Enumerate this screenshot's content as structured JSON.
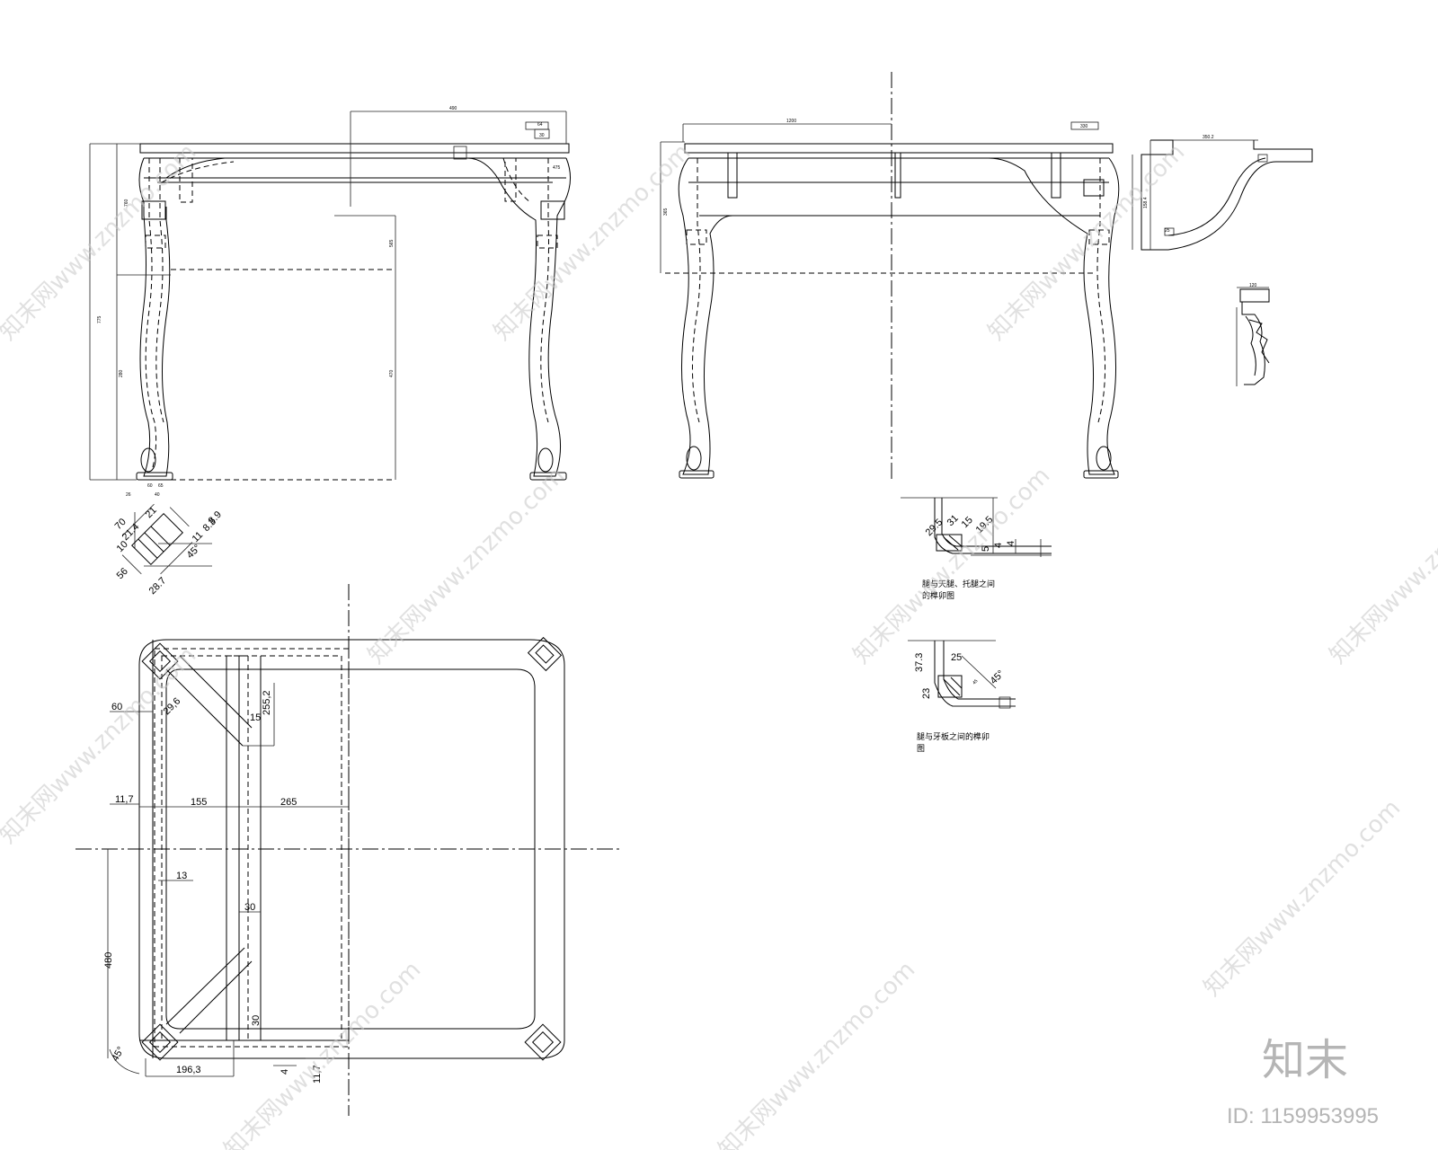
{
  "front_view": {
    "dims": [
      "490",
      "775",
      "64",
      "30",
      "760",
      "565",
      "280",
      "470",
      "475",
      "60",
      "65",
      "26",
      "40"
    ]
  },
  "side_view": {
    "dims": [
      "1200",
      "330",
      "365"
    ]
  },
  "profile": {
    "dims": [
      "350.2",
      "158.4",
      "25",
      "120"
    ]
  },
  "leg_corner_detail": {
    "dims": [
      "70",
      "21",
      "21.4",
      "10",
      "56",
      "28.7",
      "8.3",
      "11",
      "8.9",
      "45°"
    ]
  },
  "joint_detail_1": {
    "dims": [
      "29.5",
      "31",
      "15",
      "19.5",
      "4",
      "4",
      "5"
    ],
    "caption_line1": "腿与天腿、托腿之间",
    "caption_line2": "的榫卯图"
  },
  "joint_detail_2": {
    "dims": [
      "37.3",
      "25",
      "23",
      "45°",
      "45"
    ],
    "caption_line1": "腿与牙板之间的榫卯",
    "caption_line2": "图"
  },
  "plan_view": {
    "dims": {
      "d60": "60",
      "d29_6": "29,6",
      "d255_2": "255,2",
      "d15": "15",
      "d11_7a": "11,7",
      "d155": "155",
      "d265": "265",
      "d13": "13",
      "d30a": "30",
      "d480": "480",
      "d30b": "30",
      "d45": "45°",
      "d196_3": "196,3",
      "d4": "4",
      "d11_7b": "11,7"
    }
  },
  "watermark": {
    "text": "知末网www.znzmo.com",
    "logo": "知末",
    "id_label": "ID: 1159953995"
  },
  "colors": {
    "line": "#000000",
    "watermark": "#c8c8c8"
  }
}
